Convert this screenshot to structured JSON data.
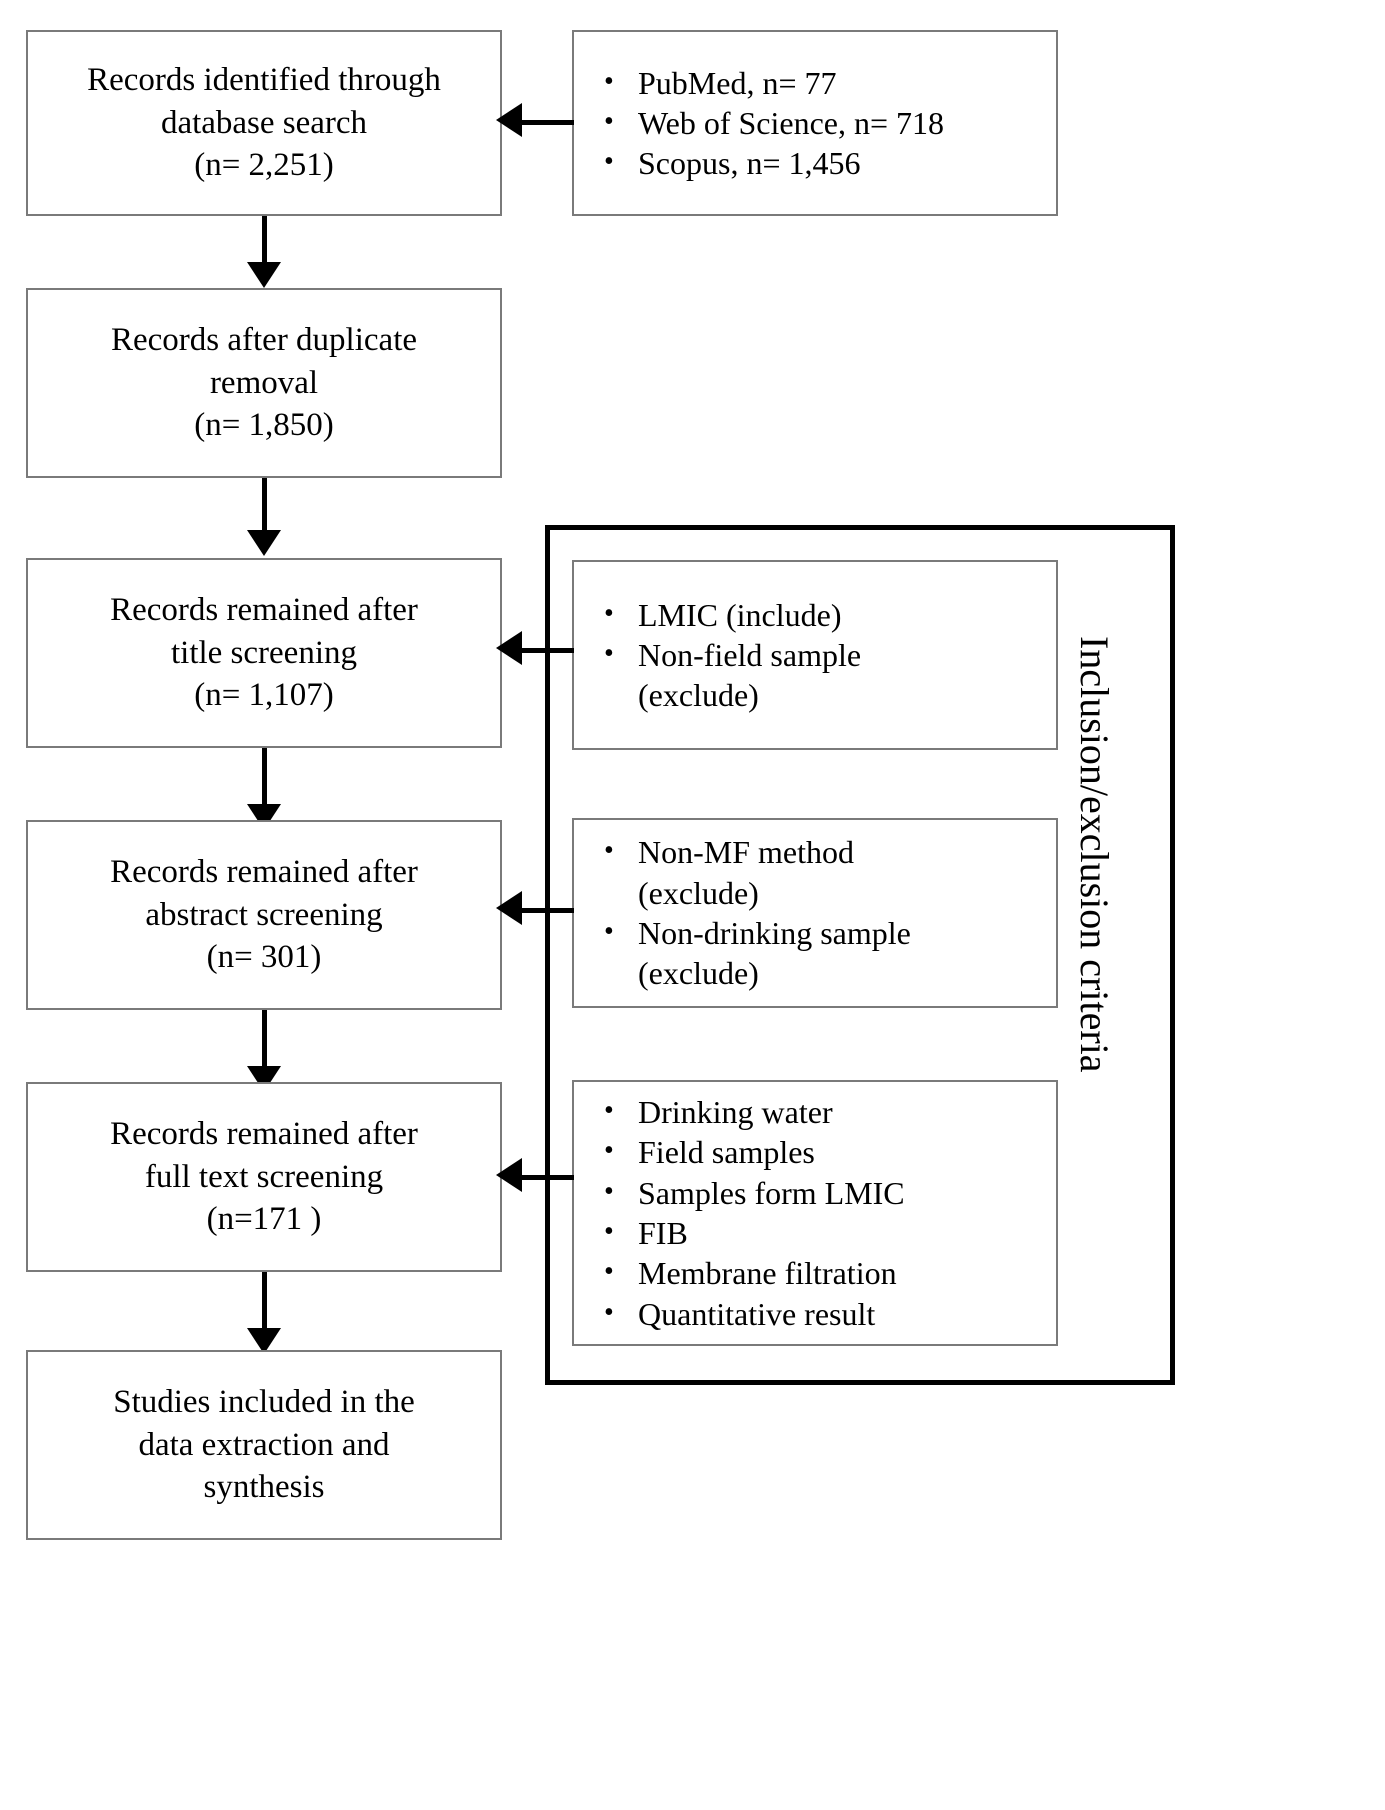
{
  "diagram": {
    "type": "prisma-flow-diagram",
    "criteria_frame_label": "Inclusion/exclusion criteria"
  },
  "stages": [
    {
      "id": "identified",
      "lines": [
        "Records identified through",
        "database search",
        "(n= 2,251)"
      ]
    },
    {
      "id": "after-duplicate-removal",
      "lines": [
        "Records after duplicate",
        "removal",
        "(n= 1,850)"
      ]
    },
    {
      "id": "after-title-screening",
      "lines": [
        "Records remained after",
        "title  screening",
        "(n= 1,107)"
      ]
    },
    {
      "id": "after-abstract-screening",
      "lines": [
        "Records remained after",
        "abstract screening",
        "(n= 301)"
      ]
    },
    {
      "id": "after-full-text-screening",
      "lines": [
        "Records remained after",
        "full text screening",
        "(n=171 )"
      ]
    },
    {
      "id": "included",
      "lines": [
        "Studies included in the",
        "data extraction and",
        "synthesis"
      ]
    }
  ],
  "sources": {
    "id": "database-sources",
    "items": [
      "PubMed, n= 77",
      "Web of Science, n= 718",
      "Scopus, n= 1,456"
    ]
  },
  "criteria_groups": [
    {
      "id": "title-screening-criteria",
      "items": [
        "LMIC (include)",
        "Non-field sample\n(exclude)"
      ]
    },
    {
      "id": "abstract-screening-criteria",
      "items": [
        "Non-MF method\n(exclude)",
        "Non-drinking sample\n(exclude)"
      ]
    },
    {
      "id": "full-text-screening-criteria",
      "items": [
        "Drinking  water",
        "Field samples",
        "Samples form LMIC",
        "FIB",
        "Membrane filtration",
        "Quantitative result"
      ]
    }
  ],
  "bullet_glyph": "•",
  "colors": {
    "box_border": "#7a7a7a",
    "frame_border": "#000000",
    "connector": "#000000",
    "background": "#ffffff",
    "text": "#000000"
  }
}
